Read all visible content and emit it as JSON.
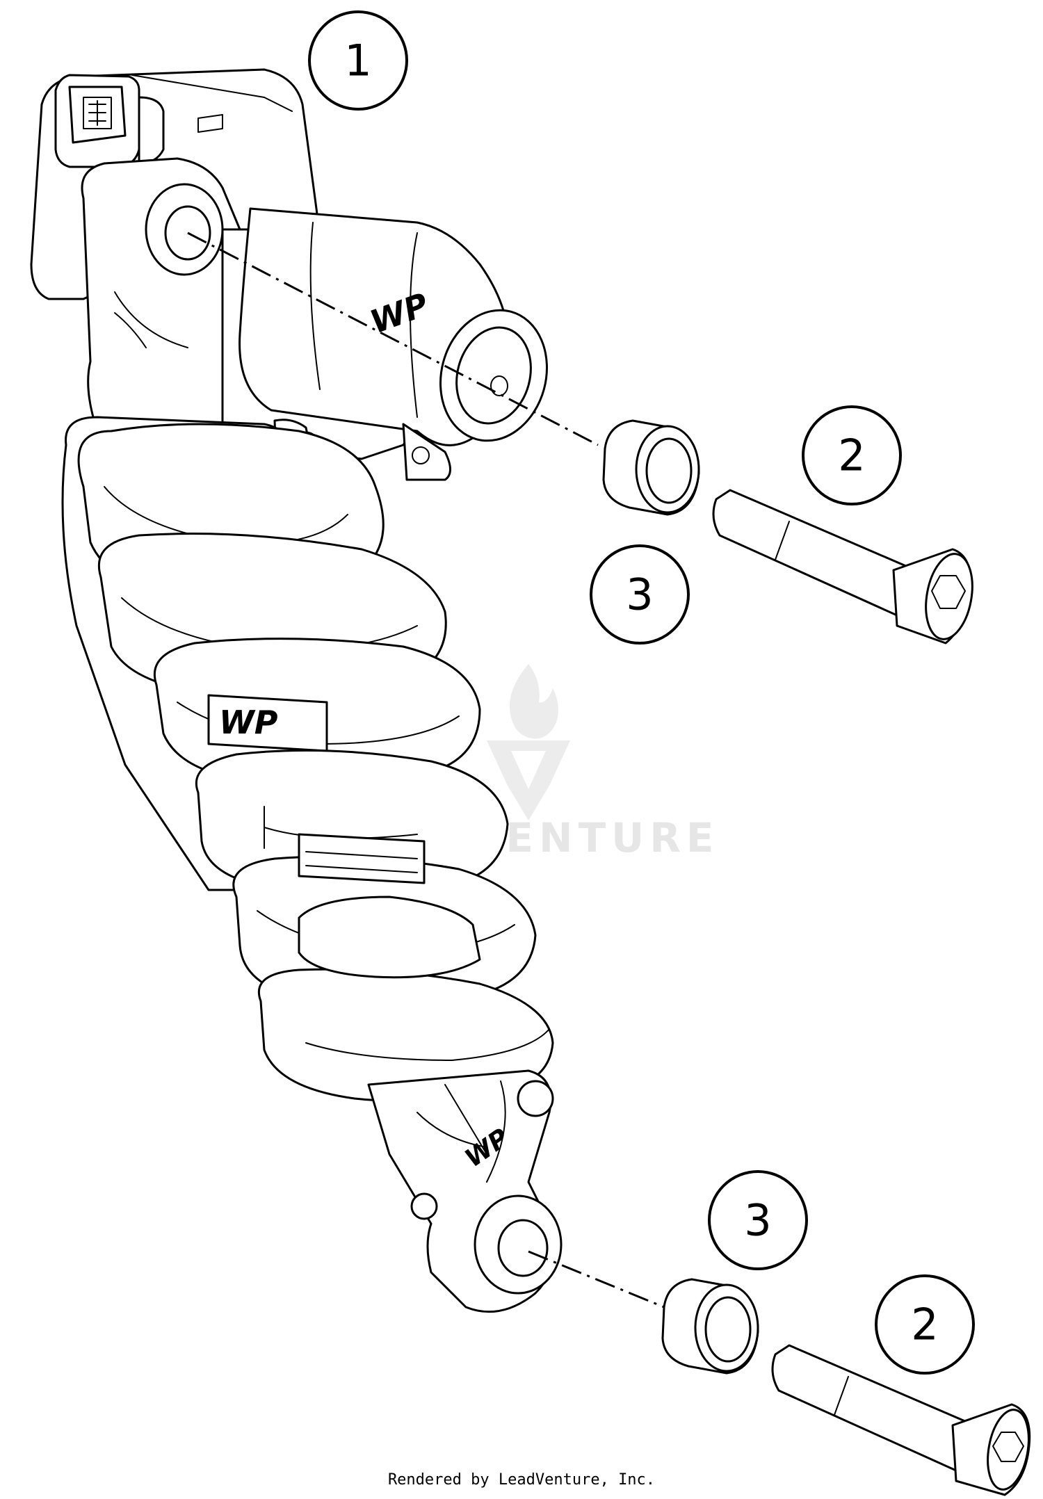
{
  "callouts": {
    "shock_absorber": "1",
    "screw_upper": "2",
    "bushing_upper": "3",
    "bushing_lower": "3",
    "screw_lower": "2"
  },
  "watermark": {
    "text": "ADVENTURE"
  },
  "shock_branding": {
    "reservoir": "WP",
    "spring_seat": "WP",
    "lower_eye": "WP"
  },
  "footer": {
    "credit": "Rendered by LeadVenture, Inc."
  }
}
